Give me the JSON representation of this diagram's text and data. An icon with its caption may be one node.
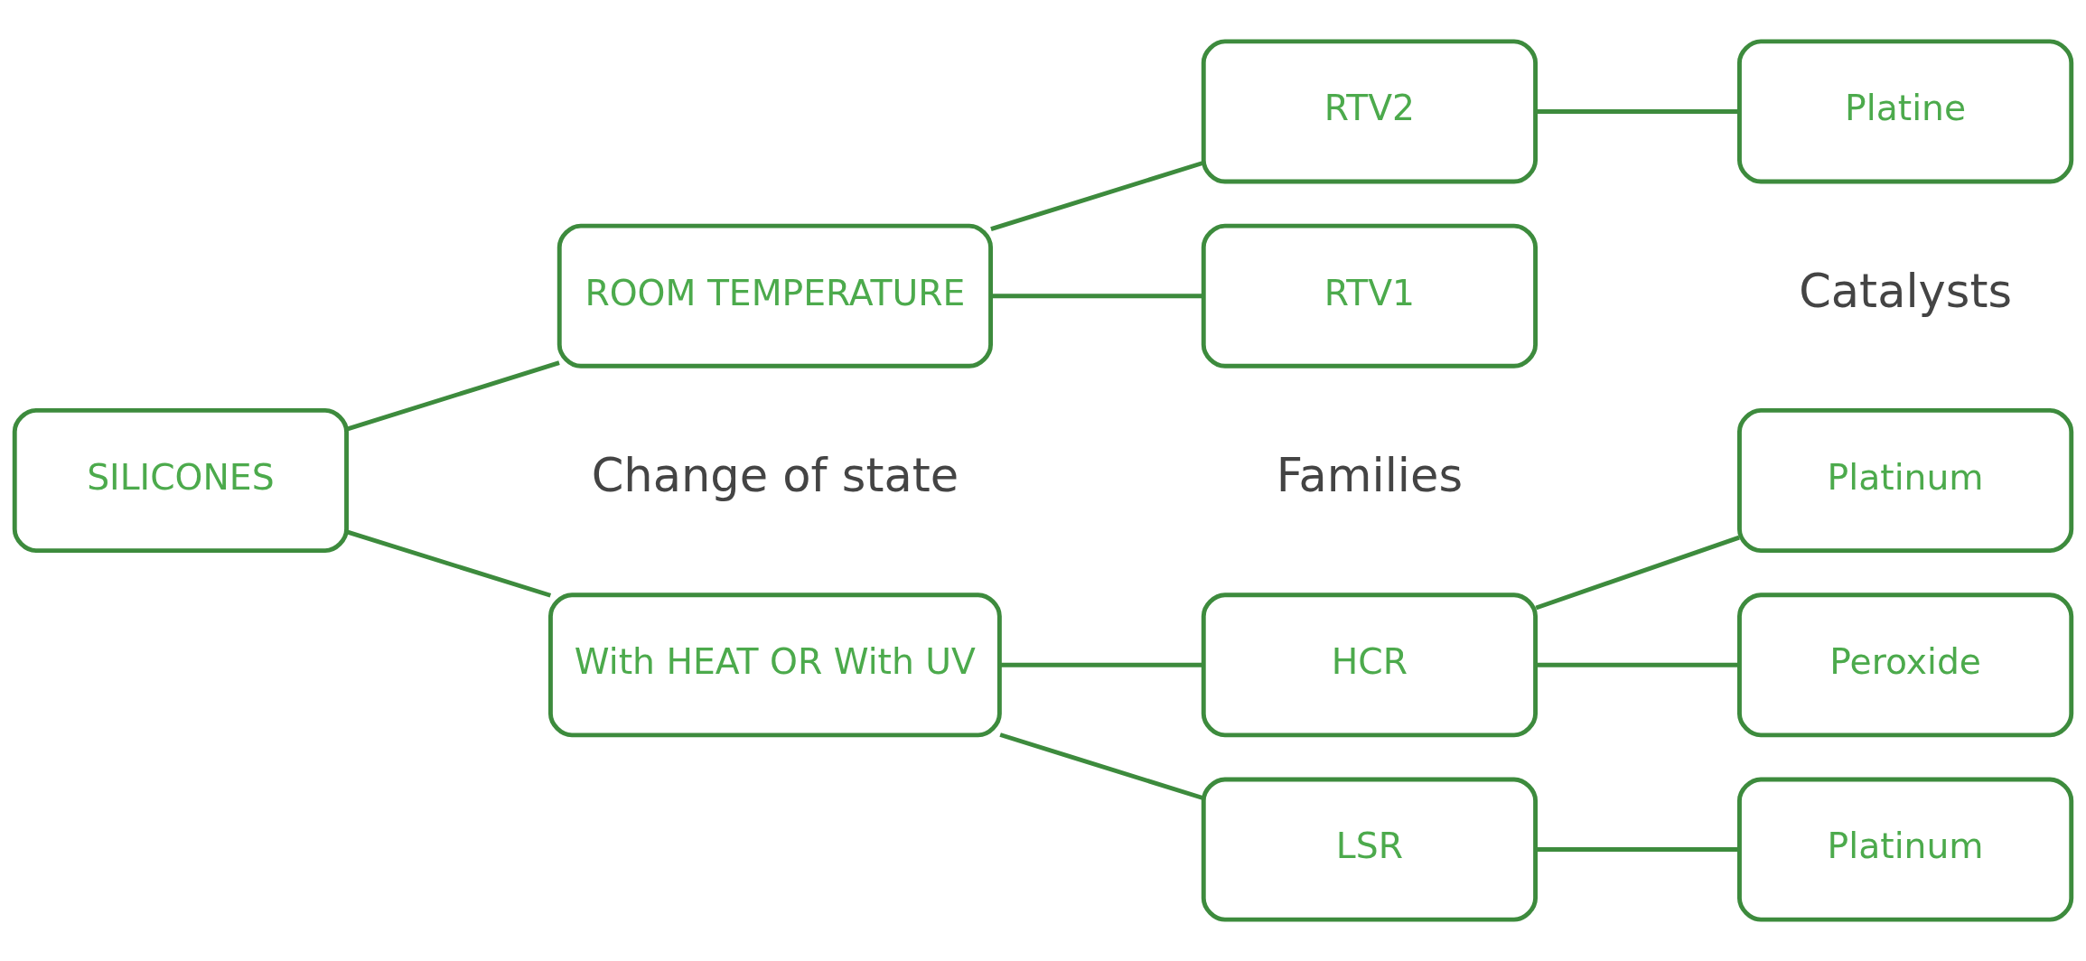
{
  "diagram": {
    "nodes": [
      {
        "text": [
          "SILICONES"
        ]
      },
      {
        "text": [
          "With HEAT OR With UV"
        ]
      },
      {
        "text": [
          "ROOM TEMPERATURE"
        ]
      },
      {
        "text": [
          "LSR"
        ]
      },
      {
        "text": [
          "HCR"
        ]
      },
      {
        "text": [
          "RTV1"
        ]
      },
      {
        "text": [
          "RTV2"
        ]
      },
      {
        "text": [
          "Platinum"
        ]
      },
      {
        "text": [
          "Peroxide"
        ]
      },
      {
        "text": [
          "Platinum"
        ]
      },
      {
        "text": [
          "Platine"
        ]
      }
    ],
    "edges": [
      {
        "from": 0,
        "to": 1,
        "arrow": "none"
      },
      {
        "from": 0,
        "to": 2,
        "arrow": "none"
      },
      {
        "from": 1,
        "to": 3,
        "arrow": "none"
      },
      {
        "from": 1,
        "to": 4,
        "arrow": "none"
      },
      {
        "from": 2,
        "to": 5,
        "arrow": "none"
      },
      {
        "from": 2,
        "to": 6,
        "arrow": "none"
      },
      {
        "from": 3,
        "to": 7,
        "arrow": "none"
      },
      {
        "from": 4,
        "to": 8,
        "arrow": "none"
      },
      {
        "from": 4,
        "to": 9,
        "arrow": "none"
      },
      {
        "from": 6,
        "to": 10,
        "arrow": "none"
      }
    ],
    "labels": [
      "Change of state",
      "Families",
      "Catalysts"
    ]
  }
}
